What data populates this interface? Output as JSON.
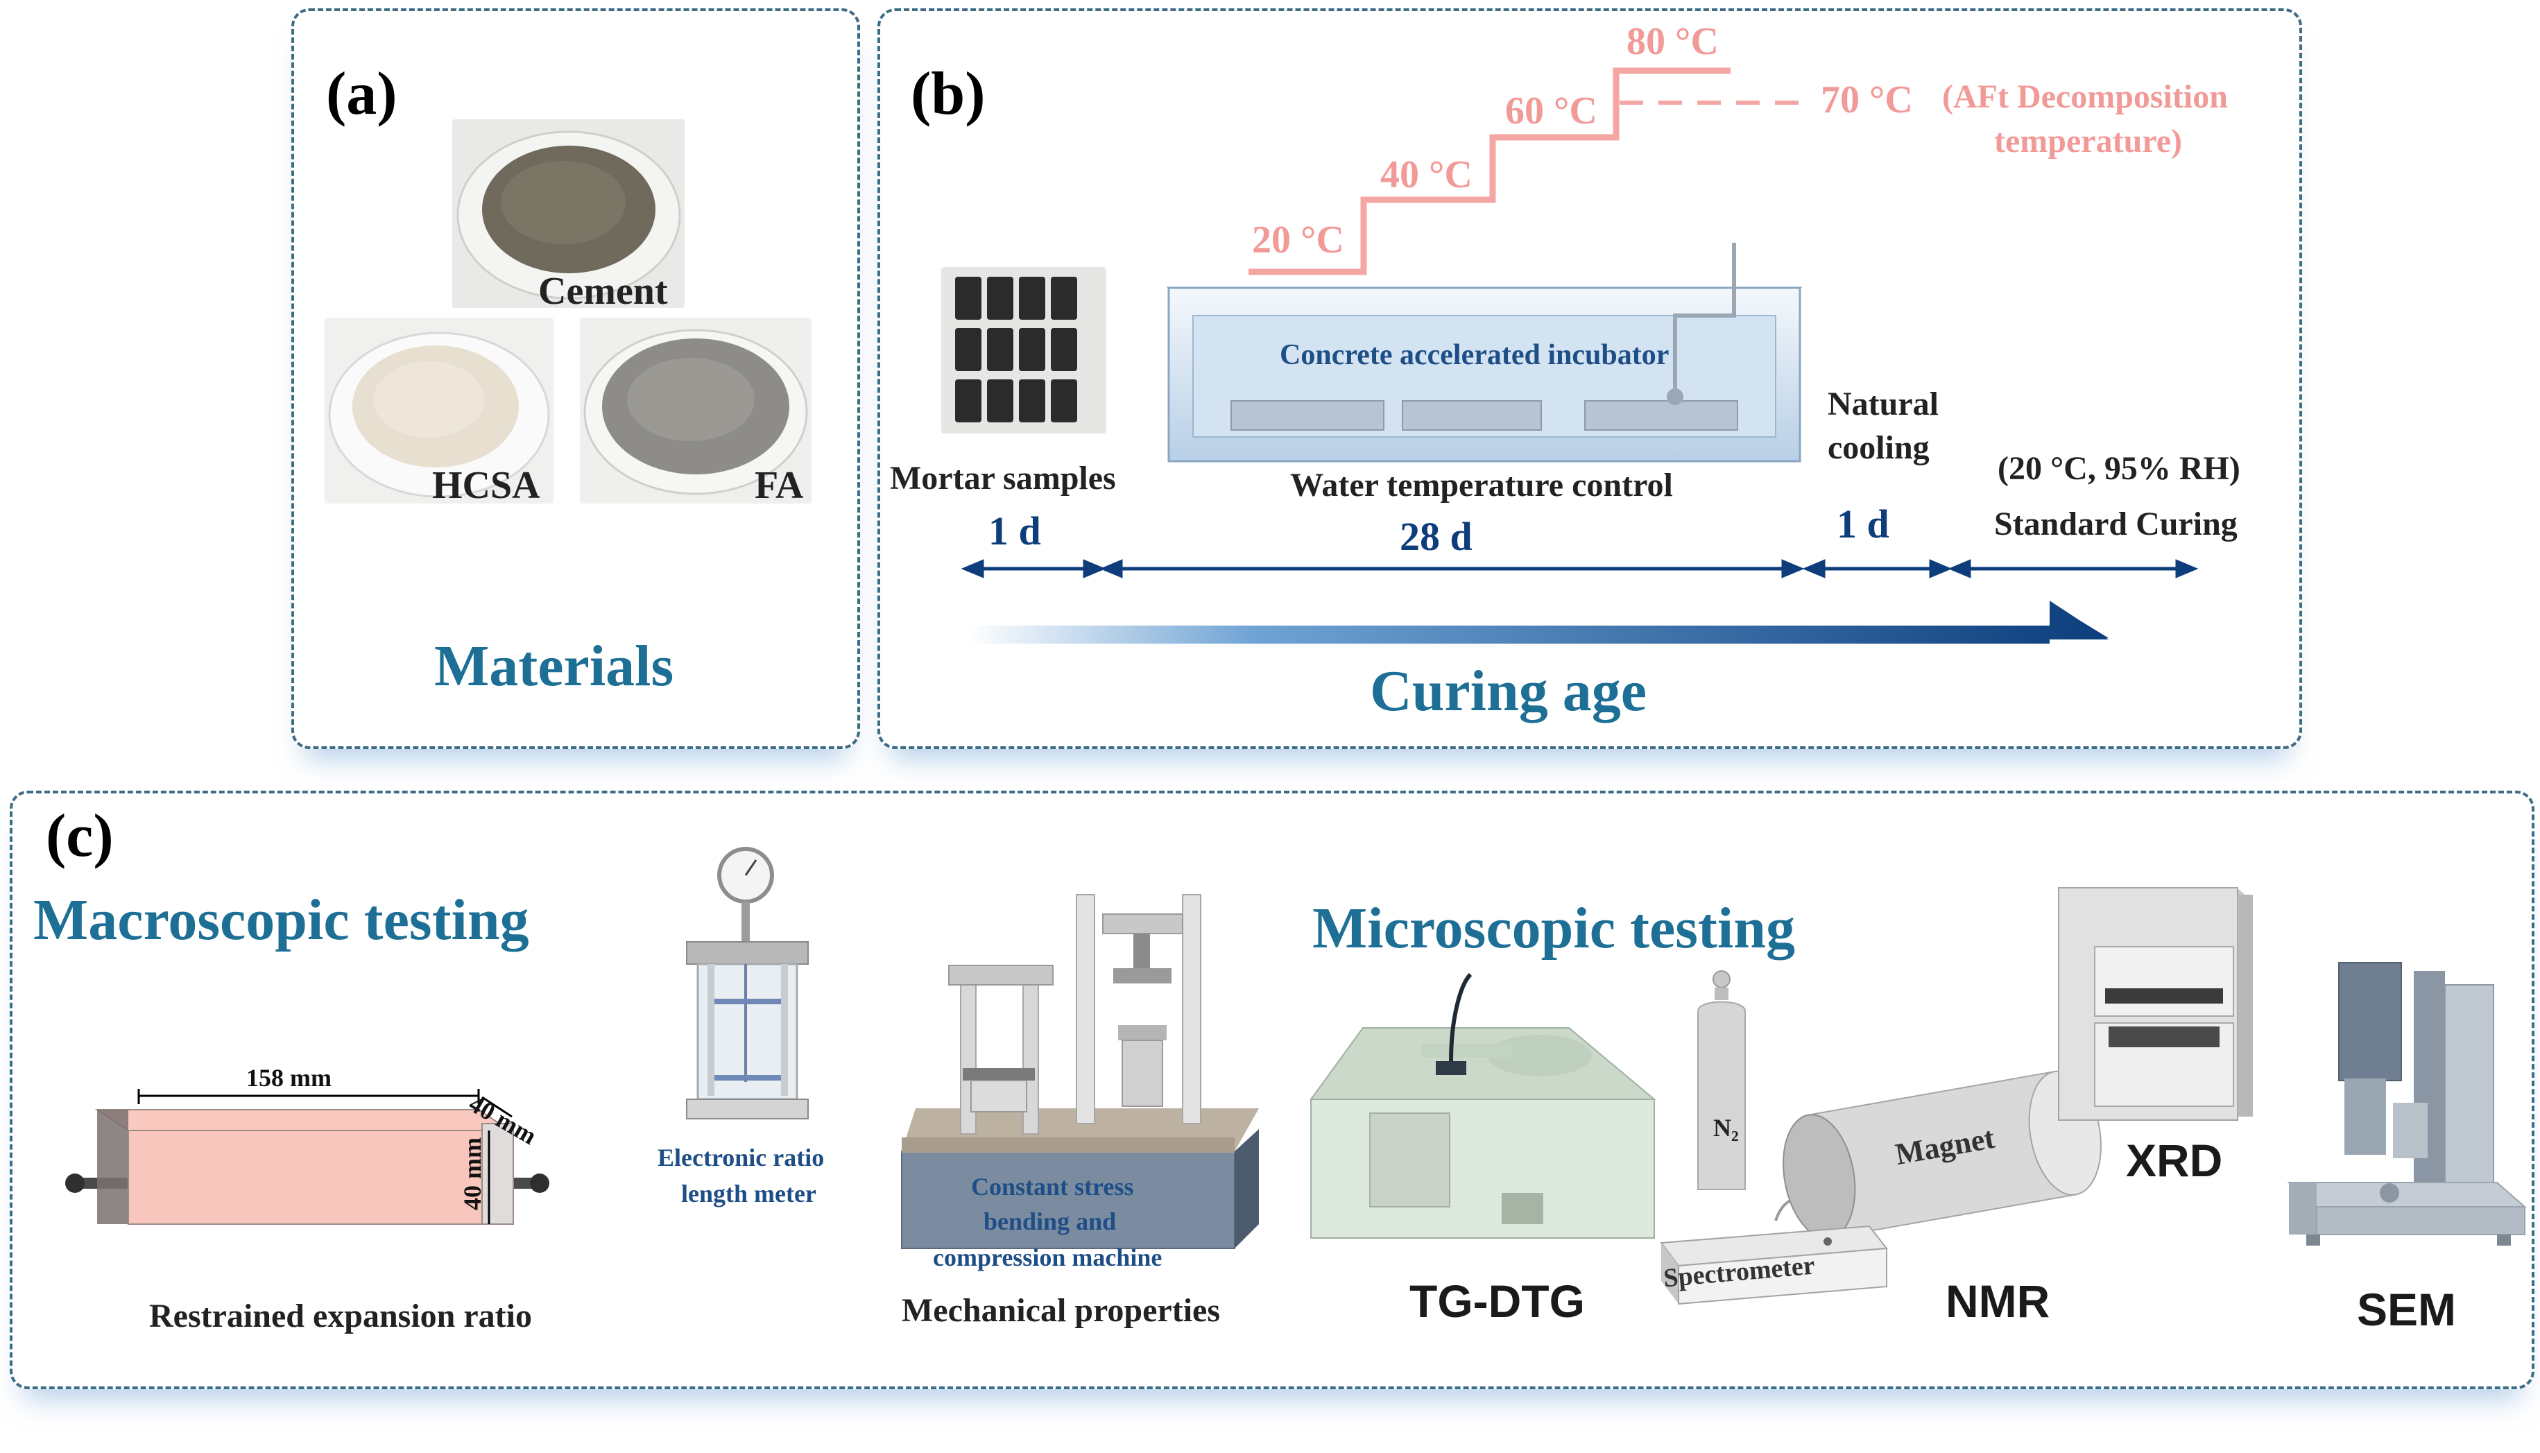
{
  "panel_a": {
    "label": "(a)",
    "cement": "Cement",
    "hcsa": "HCSA",
    "fa": "FA",
    "title": "Materials"
  },
  "panel_b": {
    "label": "(b)",
    "temps": [
      "20 °C",
      "40 °C",
      "60 °C",
      "80 °C"
    ],
    "decomp_temp": "70 °C",
    "decomp_note_1": "(AFt Decomposition",
    "decomp_note_2": "temperature)",
    "incubator": "Concrete accelerated incubator",
    "mortar_samples": "Mortar samples",
    "water_control": "Water temperature control",
    "natural_1": "Natural",
    "natural_2": "cooling",
    "std_cond": "(20 °C, 95% RH)",
    "std_curing": "Standard Curing",
    "d1": "1 d",
    "d28": "28 d",
    "d1b": "1 d",
    "curing_age": "Curing age"
  },
  "panel_c": {
    "label": "(c)",
    "macro_title": "Macroscopic testing",
    "micro_title": "Microscopic testing",
    "dim_length": "158 mm",
    "dim_width": "40 mm",
    "dim_height": "40 mm",
    "restrained": "Restrained expansion ratio",
    "meter_1": "Electronic ratio",
    "meter_2": "length meter",
    "machine_1": "Constant stress",
    "machine_2": "bending and",
    "machine_3": "compression machine",
    "mechanical": "Mechanical properties",
    "n2": "N₂",
    "magnet": "Magnet",
    "spectrometer": "Spectrometer",
    "tg": "TG-DTG",
    "nmr": "NMR",
    "xrd": "XRD",
    "sem": "SEM"
  },
  "colors": {
    "panel_border": "#3e6b86",
    "accent_blue": "#1d6f95",
    "dark_blue": "#0d3d7a",
    "pink": "#f19a98"
  }
}
